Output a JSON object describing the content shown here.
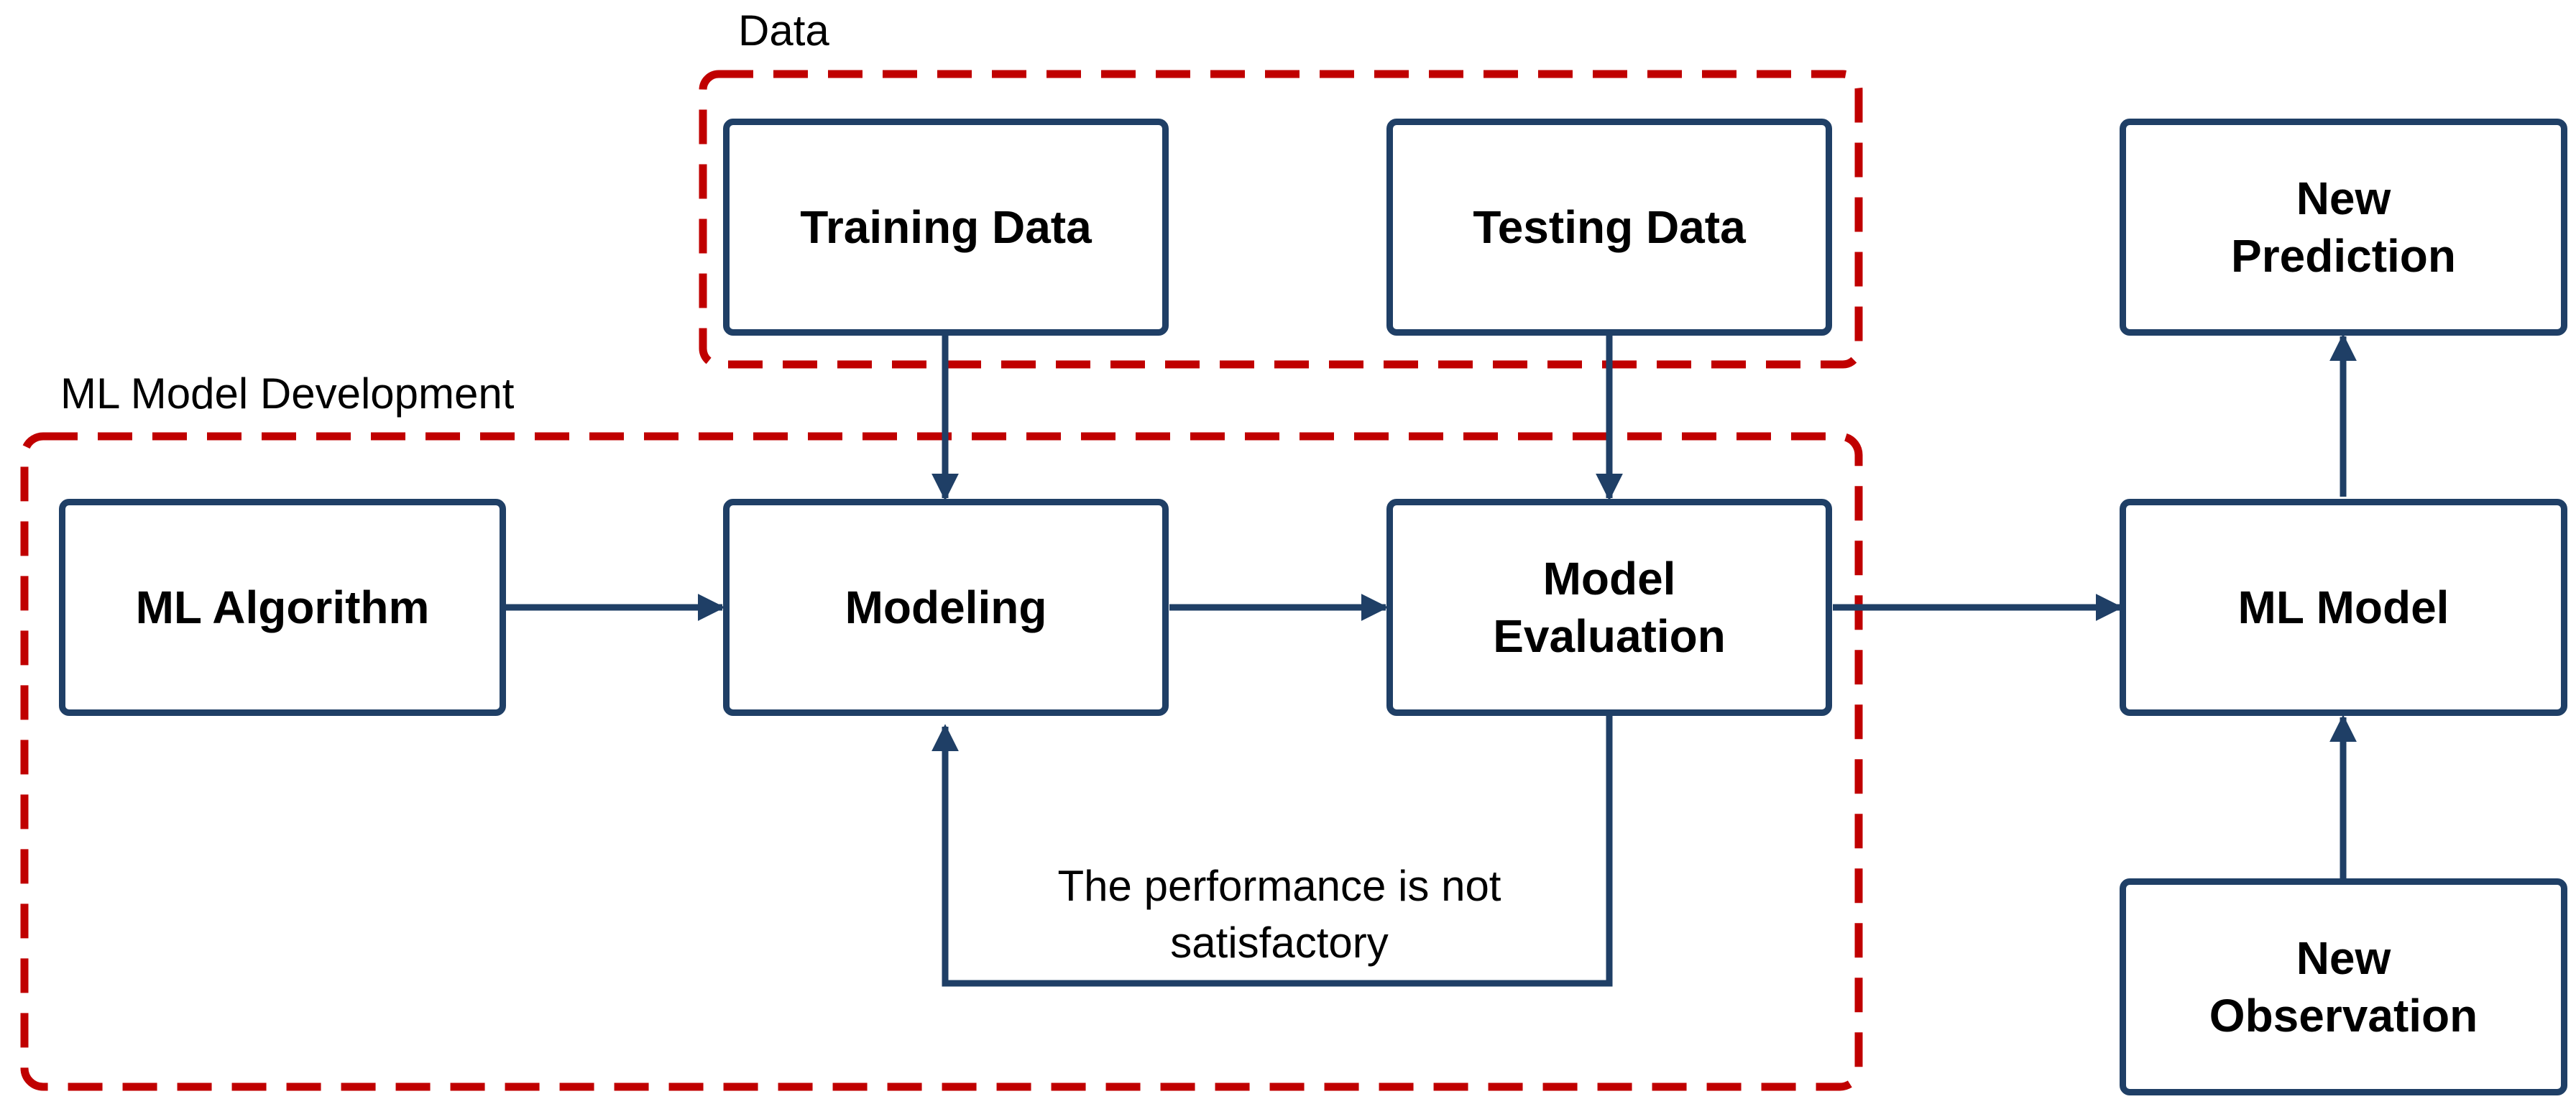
{
  "colors": {
    "box_border": "#1f3f66",
    "arrow": "#1f3f66",
    "group_border": "#c00000",
    "text": "#000000",
    "background": "#ffffff"
  },
  "groups": {
    "data": {
      "label": "Data"
    },
    "development": {
      "label": "ML Model Development"
    }
  },
  "nodes": {
    "training_data": {
      "label": "Training Data"
    },
    "testing_data": {
      "label": "Testing Data"
    },
    "ml_algorithm": {
      "label": "ML Algorithm"
    },
    "modeling": {
      "label": "Modeling"
    },
    "model_evaluation": {
      "label": "Model\nEvaluation"
    },
    "ml_model": {
      "label": "ML Model"
    },
    "new_prediction": {
      "label": "New\nPrediction"
    },
    "new_observation": {
      "label": "New\nObservation"
    }
  },
  "feedback": {
    "label": "The performance is not\nsatisfactory"
  }
}
